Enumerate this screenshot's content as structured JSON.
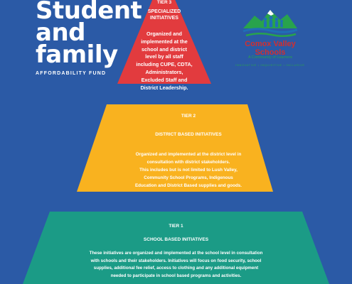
{
  "poster": {
    "title": "Student\nand\nfamily",
    "subtitle": "AFFORDABILITY FUND"
  },
  "tier3": {
    "label": "TIER 3",
    "name": "SPECIALIZED\nINITIATIVES",
    "description": "Organized and\nimplemented at the\nschool and district\nlevel by all staff\nincluding CUPE, CDTA,\nAdministrators,\nExcluded Staff and\nDistrict Leadership.",
    "color": "#e23b3e"
  },
  "tier2": {
    "label": "TIER 2",
    "name": "DISTRICT BASED INITIATIVES",
    "description": "Organized and implemented at the district level in\nconsultation with district stakeholders.\nThis includes but is not limited to Lush Valley,\nCommunity School Programs, Indigenous\nEducation and District Based supplies and goods.",
    "color": "#f9b21f"
  },
  "tier1": {
    "label": "TIER 1",
    "name": "SCHOOL BASED INITIATIVES",
    "description": "These initiatives are organized and implemented at the school level in consultation\nwith schools and their stakeholders. Initiatives will focus on food security, school\nsupplies, additional fee relief, access to clothing and any additional equipment\nneeded to participate in school based programs and activities.",
    "color": "#1b9b86"
  },
  "logo": {
    "name": "Comox Valley Schools",
    "tagline": "A Community of Learners",
    "values": "INNOVATIVE • INQUISITIVE • INCLUSIVE",
    "brand_colors": {
      "green": "#28a34d",
      "red": "#d22f2f",
      "blue": "#1f6fb6"
    }
  },
  "background_color": "#2b5aa6"
}
